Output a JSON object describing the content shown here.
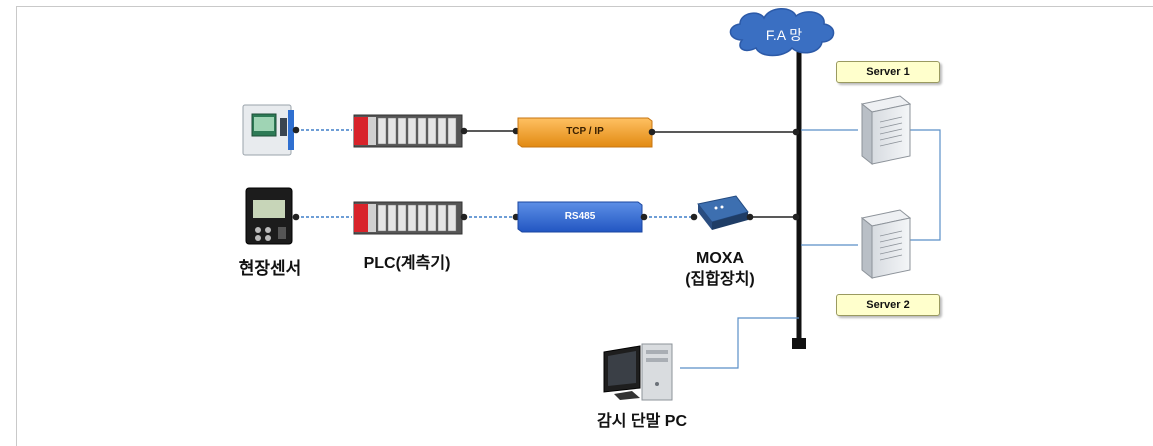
{
  "network": {
    "cloud_label": "F.A 망"
  },
  "links": {
    "tcp_label": "TCP / IP",
    "rs485_label": "RS485"
  },
  "servers": {
    "server1": "Server 1",
    "server2": "Server 2"
  },
  "labels": {
    "field_sensor": "현장센서",
    "plc": "PLC(계측기)",
    "moxa_line1": "MOXA",
    "moxa_line2": "(집합장치)",
    "monitor_pc": "감시 단말 PC"
  },
  "colors": {
    "cloud": "#3a6fc2",
    "tcp_box": "#f29a22",
    "rs485_box": "#2f66d0",
    "server_label_bg": "#ffffcc",
    "dashed_link": "#3f7fc9",
    "backbone": "#111111"
  },
  "icons": [
    "panel-meter-icon",
    "sensor-controller-icon",
    "plc-rack-icon",
    "moxa-device-icon",
    "server-tower-icon",
    "desktop-pc-icon",
    "cloud-icon"
  ]
}
